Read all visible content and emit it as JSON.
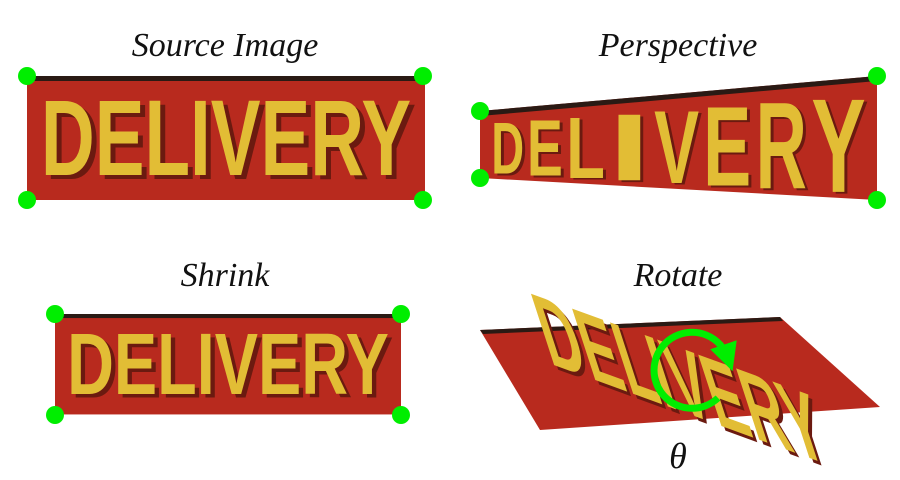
{
  "panels": {
    "source": {
      "title": "Source Image"
    },
    "perspective": {
      "title": "Perspective"
    },
    "shrink": {
      "title": "Shrink"
    },
    "rotate": {
      "title": "Rotate",
      "angle_symbol": "θ"
    }
  },
  "sign": {
    "text": "DELIVERY",
    "background_color": "#b82a1e",
    "text_color": "#e2bd35",
    "text_shadow_color": "#6b1a10",
    "top_edge_color": "#2a1a14"
  },
  "markers": {
    "corner_color": "#00ee00",
    "rotation_arrow_color": "#00ee00",
    "corner_icon": "filled-circle",
    "rotation_icon": "circular-arrow"
  }
}
